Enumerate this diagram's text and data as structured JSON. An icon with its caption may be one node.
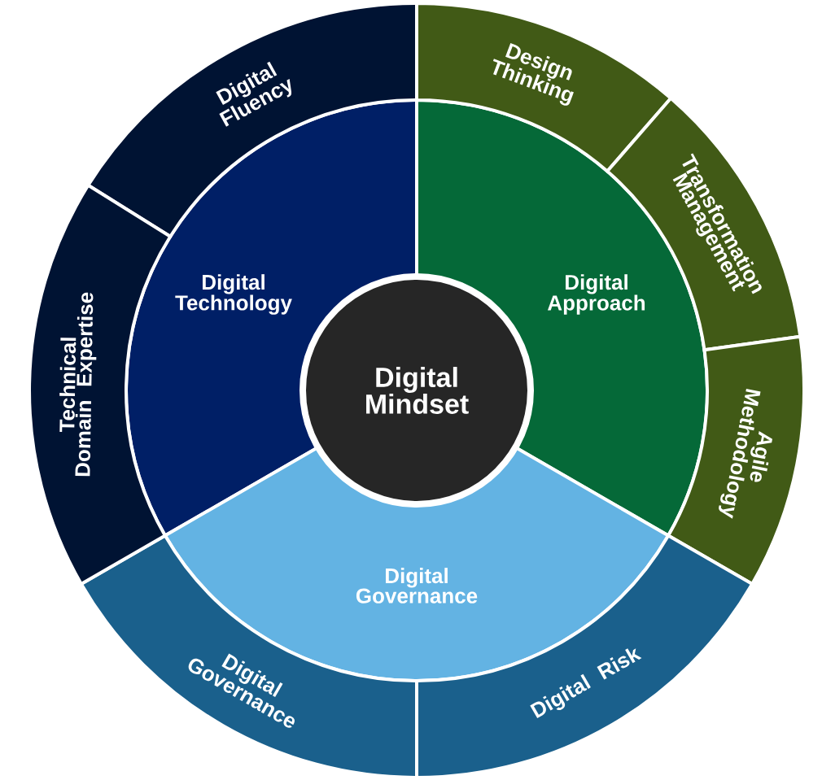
{
  "diagram": {
    "nodes": [
      {
        "text": [
          "Digital Mindset"
        ]
      },
      {
        "text": [
          "Digital Technology"
        ]
      },
      {
        "text": [
          "Digital Approach"
        ]
      },
      {
        "text": [
          "Digital Governance"
        ]
      },
      {
        "text": [
          "Digital Fluency"
        ]
      },
      {
        "text": [
          "Design Thinking"
        ]
      },
      {
        "text": [
          "Transformation Management"
        ]
      },
      {
        "text": [
          "Agile Methodology"
        ]
      },
      {
        "text": [
          "Digital Risk"
        ]
      },
      {
        "text": [
          "Digital Governance"
        ]
      },
      {
        "text": [
          "Technical Domain Expertise"
        ]
      }
    ]
  }
}
